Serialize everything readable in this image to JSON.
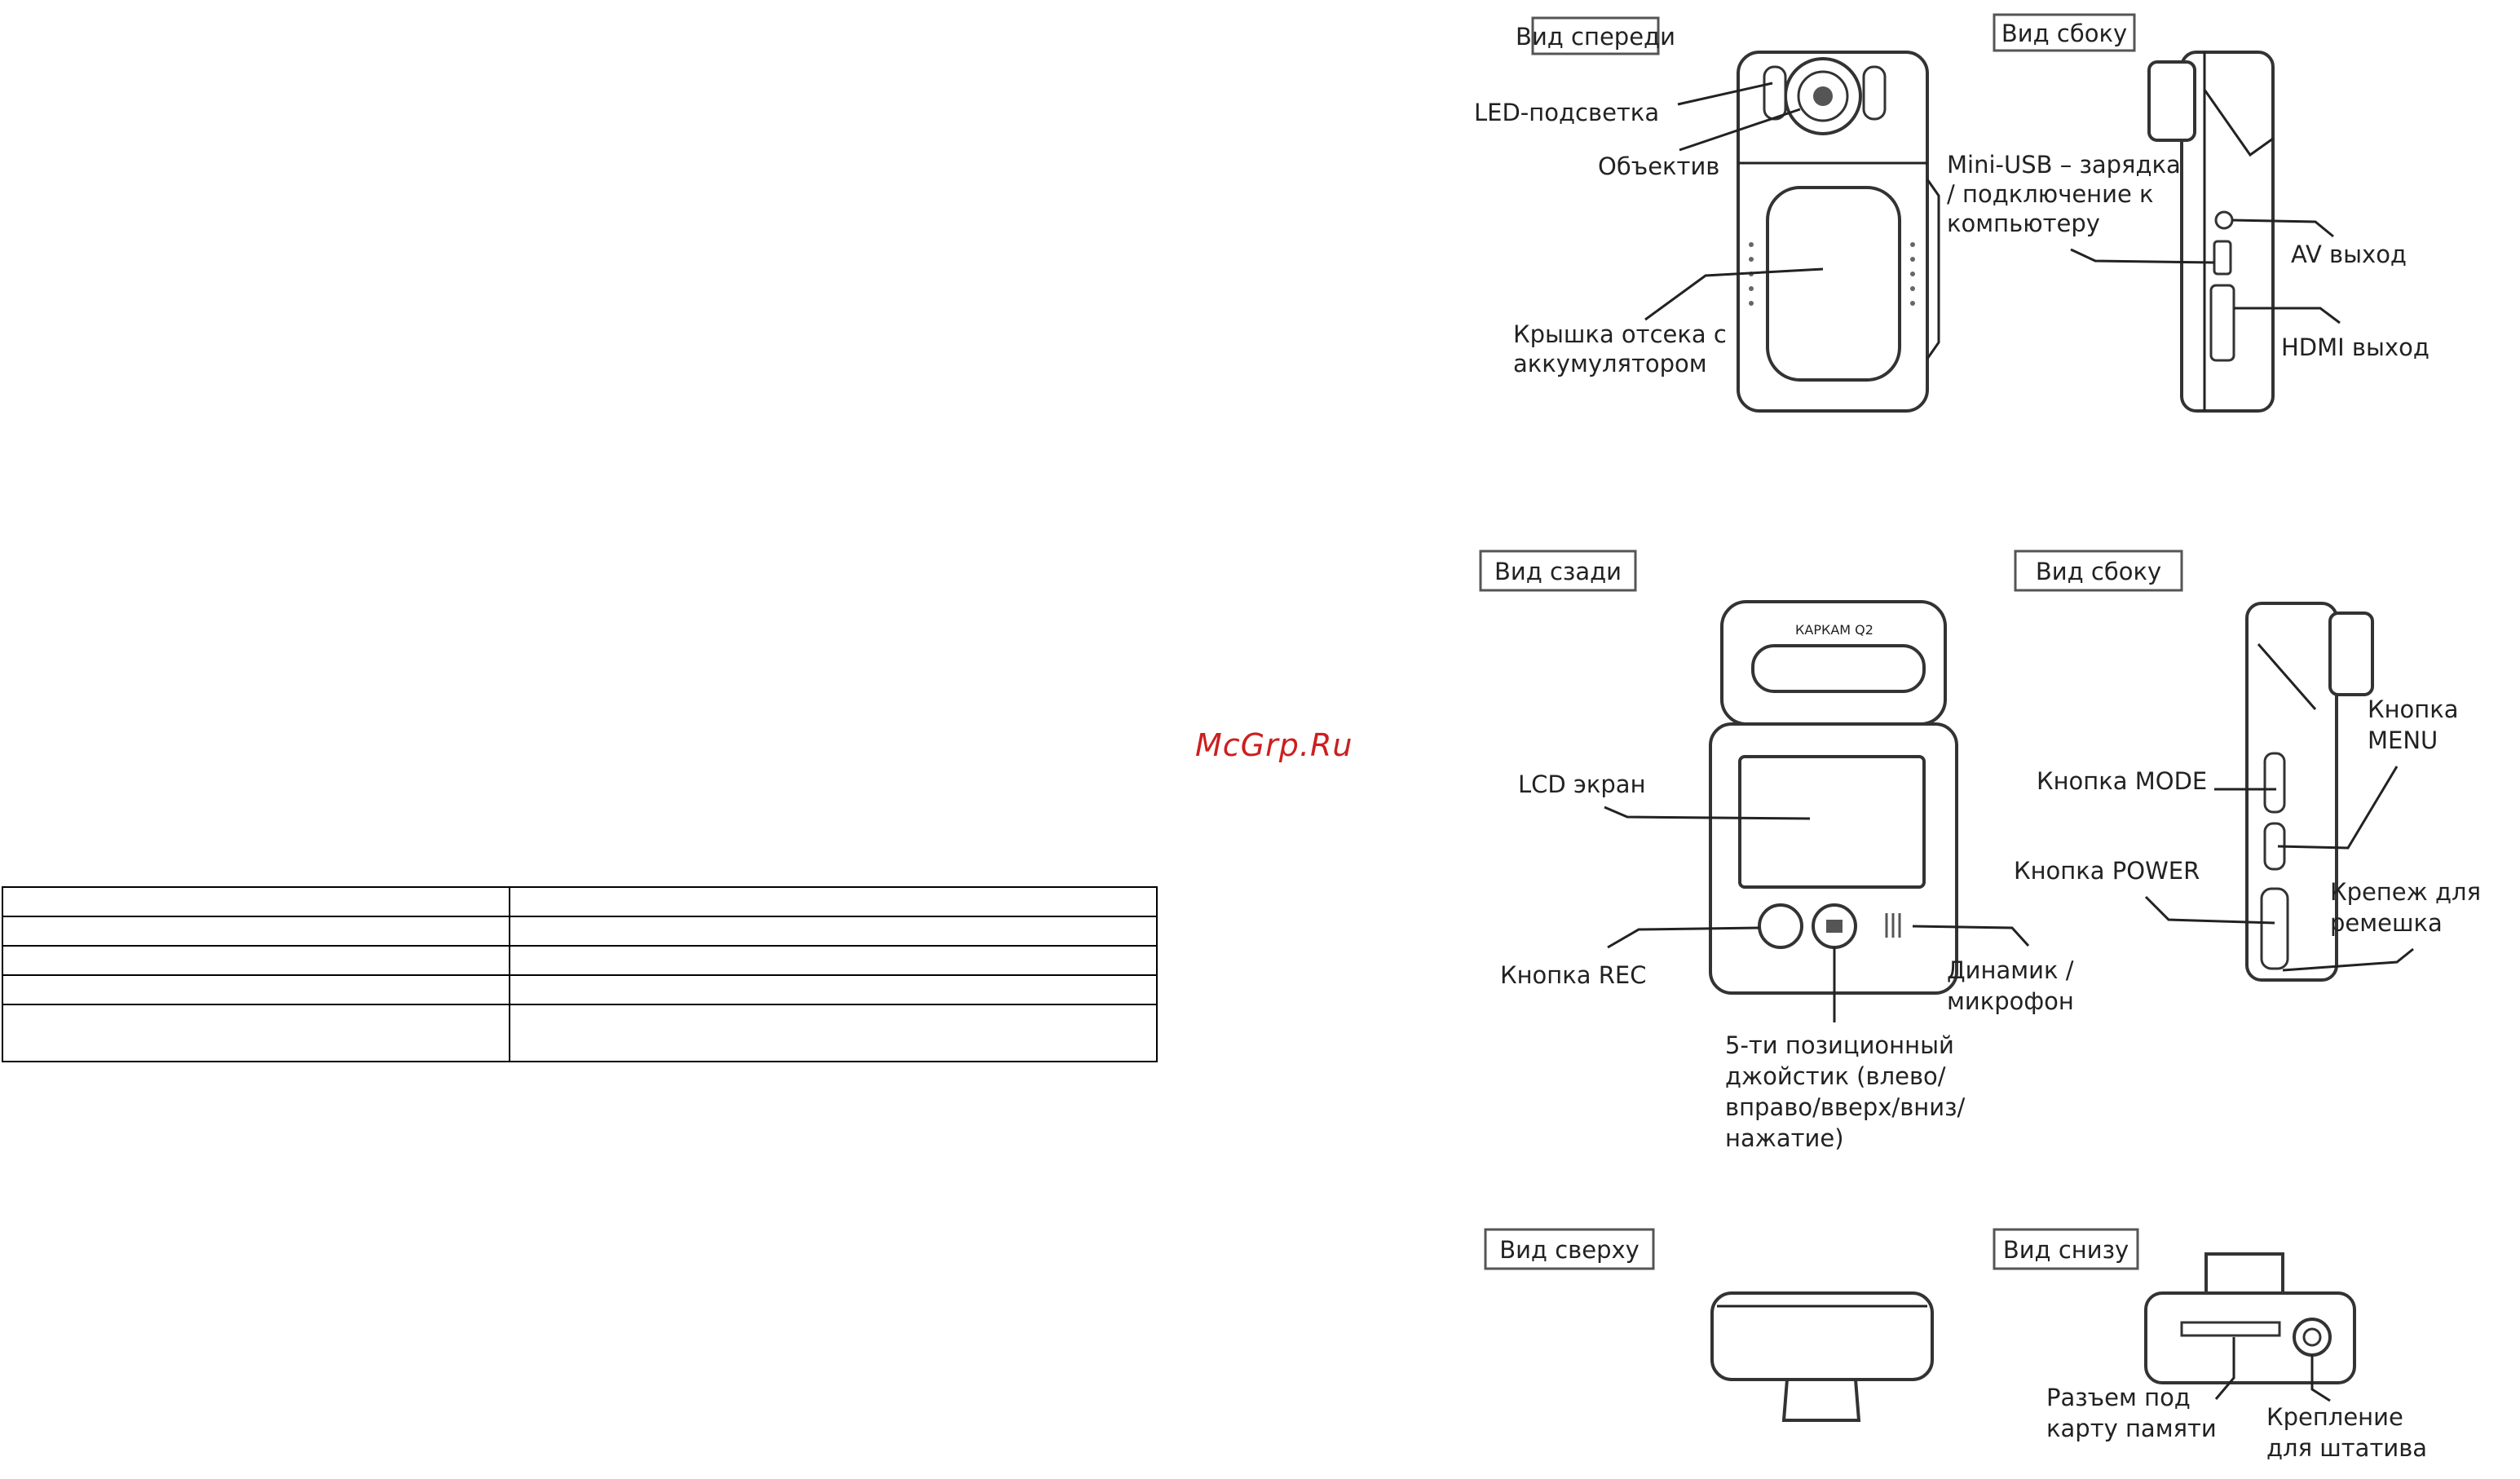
{
  "watermark": "McGrp.Ru",
  "table": {
    "rows": [
      [
        "",
        ""
      ],
      [
        "",
        ""
      ],
      [
        "",
        ""
      ],
      [
        "",
        ""
      ],
      [
        "",
        ""
      ]
    ]
  },
  "views": {
    "front": "Вид спереди",
    "side1": "Вид сбоку",
    "rear": "Вид сзади",
    "side2": "Вид сбоку",
    "top": "Вид сверху",
    "bottom": "Вид снизу"
  },
  "labels": {
    "led": "LED-подсветка",
    "lens": "Объектив",
    "battery": [
      "Крышка отсека с",
      "аккумулятором"
    ],
    "miniusb": [
      "Mini-USB – зарядка",
      "/ подключение к",
      "компьютеру"
    ],
    "av": "AV выход",
    "hdmi": "HDMI выход",
    "lcd": "LCD экран",
    "rec": "Кнопка REC",
    "speaker": [
      "Динамик /",
      "микрофон"
    ],
    "joystick": [
      "5-ти позиционный",
      "джойстик (влево/",
      "вправо/вверх/вниз/",
      "нажатие)"
    ],
    "mode": "Кнопка MODE",
    "menu": [
      "Кнопка",
      "MENU"
    ],
    "power": "Кнопка POWER",
    "strap": [
      "Крепеж для",
      "ремешка"
    ],
    "card": [
      "Разъем под",
      "карту памяти"
    ],
    "tripod": [
      "Крепление",
      "для штатива"
    ]
  },
  "device_brand": "КАРКАМ Q2"
}
